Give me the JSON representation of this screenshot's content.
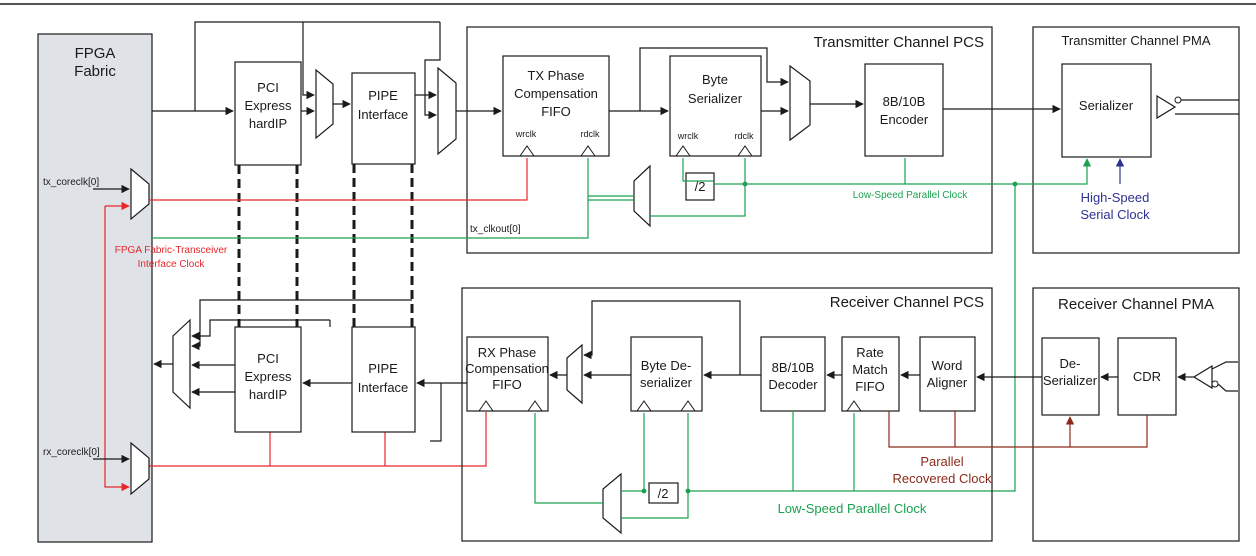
{
  "colors": {
    "black": "#1a1a1a",
    "fabric_fill": "#dfe3e8",
    "red": "#e8262b",
    "green": "#1aa251",
    "blue": "#2e3192",
    "brown": "#8b2b1c"
  },
  "fabric": {
    "line1": "FPGA",
    "line2": "Fabric"
  },
  "tx": {
    "pcs_title": "Transmitter Channel PCS",
    "pma_title": "Transmitter Channel PMA",
    "pci": [
      "PCI",
      "Express",
      "hardIP"
    ],
    "pipe": [
      "PIPE",
      "Interface"
    ],
    "phase_fifo": [
      "TX Phase",
      "Compensation",
      "FIFO"
    ],
    "wrclk": "wrclk",
    "rdclk": "rdclk",
    "byte_ser": [
      "Byte",
      "Serializer"
    ],
    "byte_wrclk": "wrclk",
    "byte_rdclk": "rdclk",
    "encoder": [
      "8B/10B",
      "Encoder"
    ],
    "div2": "/2",
    "serializer": "Serializer",
    "low_speed_clock": "Low-Speed Parallel Clock",
    "high_speed": [
      "High-Speed",
      "Serial Clock"
    ],
    "coreclk": "tx_coreclk[0]",
    "clkout": "tx_clkout[0]"
  },
  "interface_clock": [
    "FPGA Fabric-Transceiver",
    "Interface Clock"
  ],
  "rx": {
    "pcs_title": "Receiver Channel PCS",
    "pma_title": "Receiver Channel PMA",
    "pci": [
      "PCI",
      "Express",
      "hardIP"
    ],
    "pipe": [
      "PIPE",
      "Interface"
    ],
    "phase_fifo": [
      "RX Phase",
      "Compensation",
      "FIFO"
    ],
    "byte_deser": [
      "Byte De-",
      "serializer"
    ],
    "decoder": [
      "8B/10B",
      "Decoder"
    ],
    "rate_match": [
      "Rate",
      "Match",
      "FIFO"
    ],
    "word_aligner": [
      "Word",
      "Aligner"
    ],
    "deserializer": [
      "De-",
      "Serializer"
    ],
    "cdr": "CDR",
    "div2": "/2",
    "recovered_clock": [
      "Parallel",
      "Recovered Clock"
    ],
    "low_speed_clock": "Low-Speed Parallel Clock",
    "coreclk": "rx_coreclk[0]"
  }
}
